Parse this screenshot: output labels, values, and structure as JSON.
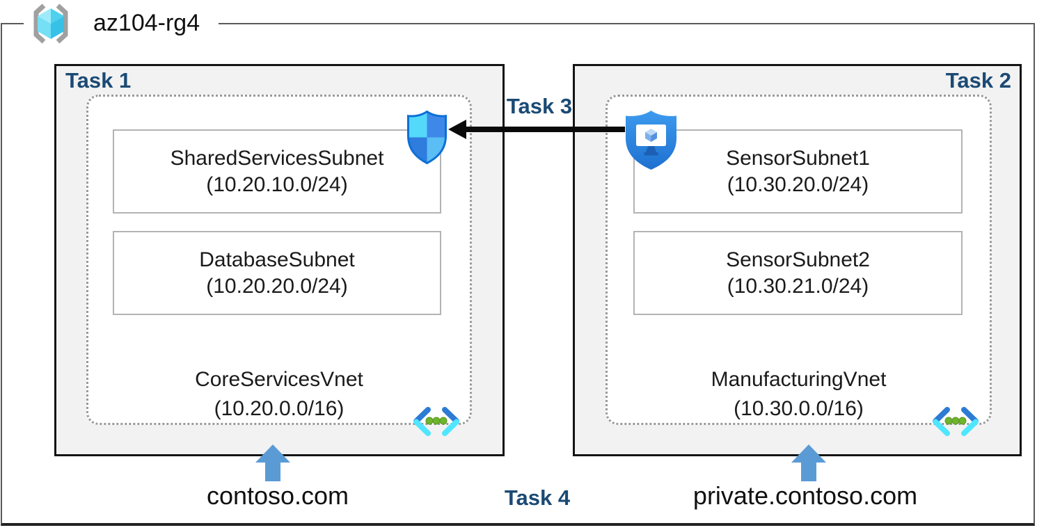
{
  "resource_group": {
    "name": "az104-rg4"
  },
  "labels": {
    "task1": "Task 1",
    "task2": "Task 2",
    "task3": "Task 3",
    "task4": "Task 4"
  },
  "left_vnet": {
    "name": "CoreServicesVnet",
    "cidr": "(10.20.0.0/16)",
    "subnets": [
      {
        "name": "SharedServicesSubnet",
        "cidr": "(10.20.10.0/24)"
      },
      {
        "name": "DatabaseSubnet",
        "cidr": "(10.20.20.0/24)"
      }
    ],
    "domain": "contoso.com"
  },
  "right_vnet": {
    "name": "ManufacturingVnet",
    "cidr": "(10.30.0.0/16)",
    "subnets": [
      {
        "name": "SensorSubnet1",
        "cidr": "(10.30.20.0/24)"
      },
      {
        "name": "SensorSubnet2",
        "cidr": "(10.30.21.0/24)"
      }
    ],
    "domain": "private.contoso.com"
  },
  "icons": {
    "resource_group": "resource-group-icon",
    "nsg": "network-security-group-shield-icon",
    "bastion": "bastion-shield-monitor-icon",
    "vnet": "virtual-network-icon",
    "task3_arrow": "left-arrow",
    "dns_arrow": "up-arrow"
  },
  "colors": {
    "navy": "#1b4a74",
    "text": "#1a1a1a",
    "frame-border": "#595959",
    "frame-bottom": "#212121",
    "box-fill": "#f2f2f2",
    "box-border": "#141414",
    "subnet-border": "#b3b3b3",
    "dotted": "#999999",
    "arrow-black": "#0a0a0a",
    "arrow-blue": "#5b9bd5"
  }
}
